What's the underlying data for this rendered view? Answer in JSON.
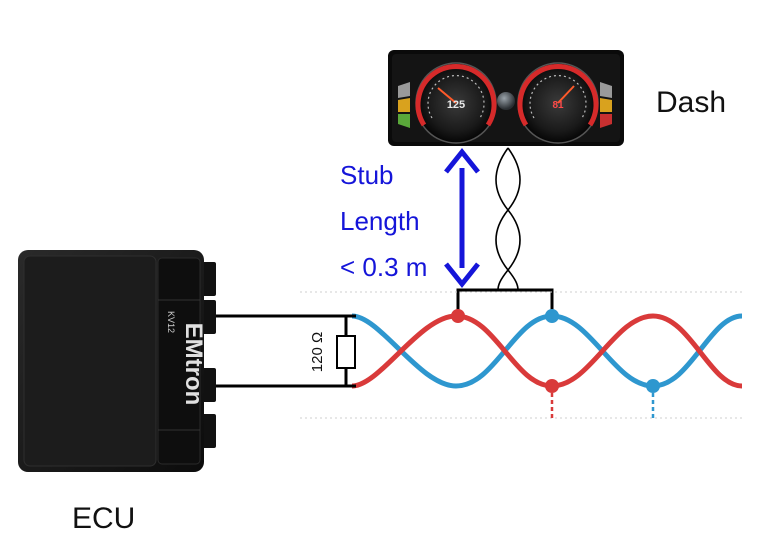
{
  "labels": {
    "dash": "Dash",
    "ecu": "ECU",
    "stub_line1": "Stub",
    "stub_line2": "Length",
    "stub_line3": "< 0.3 m",
    "resistor": "120 Ω"
  },
  "ecu_device": {
    "brand": "EMtron",
    "model": "KV12"
  },
  "dash_display": {
    "left_gauge_value": "125",
    "right_gauge_value": "81"
  },
  "colors": {
    "can_high": "#d93a3a",
    "can_low": "#2e97cf",
    "arrow": "#1515d9",
    "stub_text": "#1515d9",
    "wire": "#000000",
    "ecu_body": "#151515",
    "dash_body": "#0a0a0a"
  }
}
